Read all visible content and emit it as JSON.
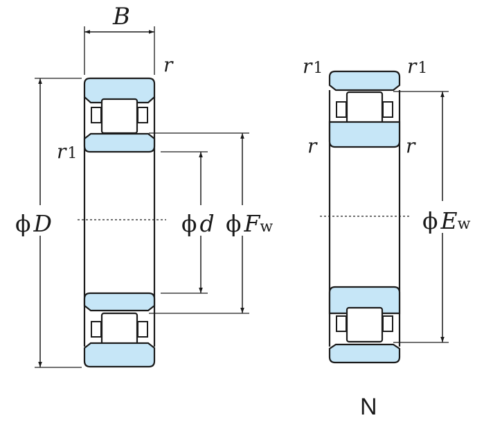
{
  "labels": {
    "width": "B",
    "fillet": "r",
    "fillet1": "r",
    "fillet1_sub": "1",
    "phi": "ϕ",
    "outer_diameter": "D",
    "bore_diameter": "d",
    "inner_raceway": "F",
    "inner_raceway_sub": "w",
    "outer_raceway": "E",
    "outer_raceway_sub": "w"
  },
  "caption": "N",
  "colors": {
    "ring_fill": "#c6e6f7",
    "line": "#1a1a1a"
  }
}
